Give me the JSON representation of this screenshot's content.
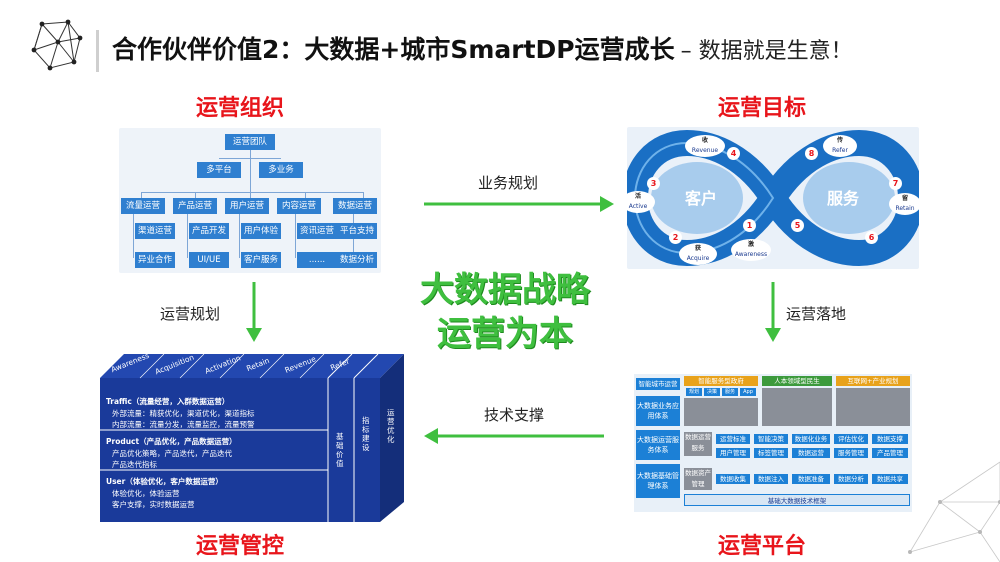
{
  "header": {
    "title": "合作伙伴价值2：大数据+城市SmartDP运营成长",
    "subtitle": "– 数据就是生意！"
  },
  "sections": {
    "org": "运营组织",
    "goal": "运营目标",
    "control": "运营管控",
    "platform": "运营平台"
  },
  "arrows": {
    "top": "业务规划",
    "left": "运营规划",
    "right": "运营落地",
    "bottom": "技术支撑"
  },
  "center": {
    "line1": "大数据战略",
    "line2": "运营为本"
  },
  "org_chart": {
    "root": "运营团队",
    "level2": [
      "多平台",
      "多业务"
    ],
    "columns": [
      {
        "head": "流量运营",
        "items": [
          "渠道运营",
          "异业合作"
        ]
      },
      {
        "head": "产品运营",
        "items": [
          "产品开发",
          "UI/UE"
        ]
      },
      {
        "head": "用户运营",
        "items": [
          "用户体验",
          "客户服务"
        ]
      },
      {
        "head": "内容运营",
        "items": [
          "资讯运营",
          "......"
        ]
      },
      {
        "head": "数据运营",
        "items": [
          "平台支持",
          "数据分析"
        ]
      }
    ]
  },
  "infinity": {
    "left_label": "客户",
    "right_label": "服务",
    "nodes": [
      {
        "num": "1",
        "cn": "激",
        "en": "Awareness"
      },
      {
        "num": "2",
        "cn": "获",
        "en": "Acquire"
      },
      {
        "num": "3",
        "cn": "活",
        "en": "Active"
      },
      {
        "num": "4",
        "cn": "收",
        "en": "Revenue"
      },
      {
        "num": "5",
        "cn": "",
        "en": ""
      },
      {
        "num": "6",
        "cn": "",
        "en": ""
      },
      {
        "num": "7",
        "cn": "留",
        "en": "Retain"
      },
      {
        "num": "8",
        "cn": "传",
        "en": "Refer"
      }
    ]
  },
  "cube": {
    "top_labels": [
      "Awareness",
      "Acquisition",
      "Activation",
      "Retain",
      "Revenue",
      "Refer"
    ],
    "sections": [
      {
        "head": "Traffic（流量经营，入群数据运营）",
        "lines": [
          "外部流量：精获优化，渠道优化，渠道指标",
          "内部流量：流量分发，流量监控，流量预警"
        ]
      },
      {
        "head": "Product（产品优化，产品数据运营）",
        "lines": [
          "产品优化策略，产品迭代，产品迭代",
          "产品迭代指标"
        ]
      },
      {
        "head": "User（体验优化，客户数据运营）",
        "lines": [
          "体验优化，体验运营",
          "客户支撑，实时数据运营"
        ]
      }
    ],
    "side_labels": [
      "基础价值",
      "指标建设",
      "运营优化"
    ]
  },
  "platform": {
    "top_left": "智能城市运营",
    "top_groups": [
      "智能服务型政府",
      "人本领域型民生",
      "互联网+产业规划"
    ],
    "top_sub": [
      "规划",
      "决策",
      "服务",
      "App"
    ],
    "row_labels": [
      "大数据业务应用体系",
      "大数据运营服务体系",
      "大数据基础管理体系"
    ],
    "service_left": "数据运营服务",
    "service_cells": [
      "运营标准",
      "智能决策",
      "数据化业务",
      "评估优化",
      "数据支撑"
    ],
    "service_cells2": [
      "用户管理",
      "标签管理",
      "数据运营",
      "服务管理",
      "产品管理"
    ],
    "mgmt_left": "数据资产管理",
    "mgmt_cells": [
      "数据收集",
      "数据注入",
      "数据准备",
      "数据分析",
      "数据共享"
    ],
    "bottom": "基础大数据技术框架"
  },
  "colors": {
    "red": "#e8151b",
    "green": "#3fbf3f",
    "blue": "#2f7fd0",
    "navy": "#1a3a8f"
  }
}
